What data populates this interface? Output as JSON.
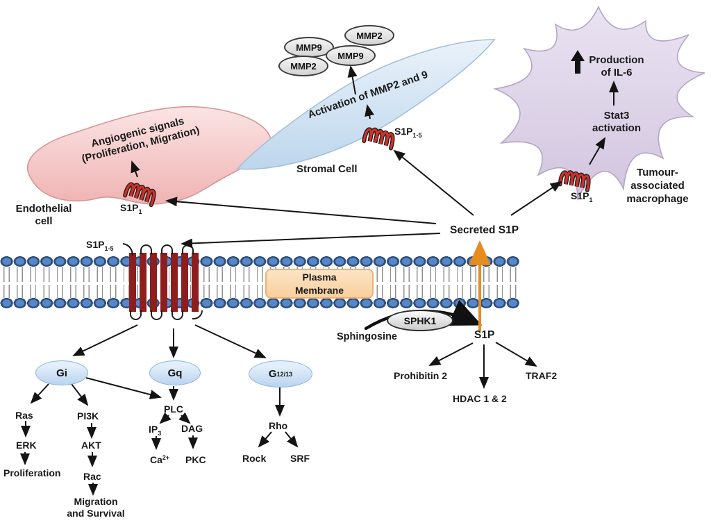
{
  "cells": {
    "endothelial": {
      "signal_line1": "Angiogenic signals",
      "signal_line2": "(Proliferation, Migration)",
      "receptor_base": "S1P",
      "receptor_sub": "1",
      "name_line1": "Endothelial",
      "name_line2": "cell"
    },
    "stromal": {
      "signal": "Activation of MMP2 and 9",
      "receptor_base": "S1P",
      "receptor_sub": "1-5",
      "name": "Stromal Cell",
      "mmp_bubbles": [
        "MMP9",
        "MMP2",
        "MMP9",
        "MMP2"
      ]
    },
    "macrophage": {
      "production_line1": "Production",
      "production_line2": "of IL-6",
      "stat3_line1": "Stat3",
      "stat3_line2": "activation",
      "receptor_base": "S1P",
      "receptor_sub": "1",
      "name_line1": "Tumour-",
      "name_line2": "associated",
      "name_line3": "macrophage"
    }
  },
  "membrane": {
    "label_line1": "Plasma",
    "label_line2": "Membrane",
    "receptor_base": "S1P",
    "receptor_sub": "1-5"
  },
  "secreted_s1p": "Secreted S1P",
  "s1p_axis": {
    "enzyme": "SPHK1",
    "substrate": "Sphingosine",
    "product": "S1P",
    "targets": [
      "Prohibitin 2",
      "HDAC 1 & 2",
      "TRAF2"
    ]
  },
  "g_proteins": {
    "gi": "Gi",
    "gq": "Gq",
    "g1213_base": "G",
    "g1213_sub": "12/13"
  },
  "gi_pathway": {
    "ras": "Ras",
    "erk": "ERK",
    "proliferation": "Proliferation",
    "pi3k": "PI3K",
    "akt": "AKT",
    "rac": "Rac",
    "migration_line1": "Migration",
    "migration_line2": "and Survival"
  },
  "gq_pathway": {
    "plc": "PLC",
    "ip3_base": "IP",
    "ip3_sub": "3",
    "dag": "DAG",
    "ca_base": "Ca",
    "ca_sup": "2+",
    "pkc": "PKC"
  },
  "g1213_pathway": {
    "rho": "Rho",
    "rock": "Rock",
    "srf": "SRF"
  },
  "colors": {
    "endothelial_fill": "#f3bcbc",
    "stromal_fill": "#c7dcee",
    "macrophage_fill": "#d8cce2",
    "membrane_head": "#5687c6",
    "receptor_helix": "#8e1e1e",
    "receptor_coil": "#d23128",
    "g_protein_fill": "#bcd6f0",
    "mmp_fill": "#e0e0e0",
    "plasma_box_fill": "#fbd8ae",
    "secretion_arrow": "#e78c1e"
  }
}
